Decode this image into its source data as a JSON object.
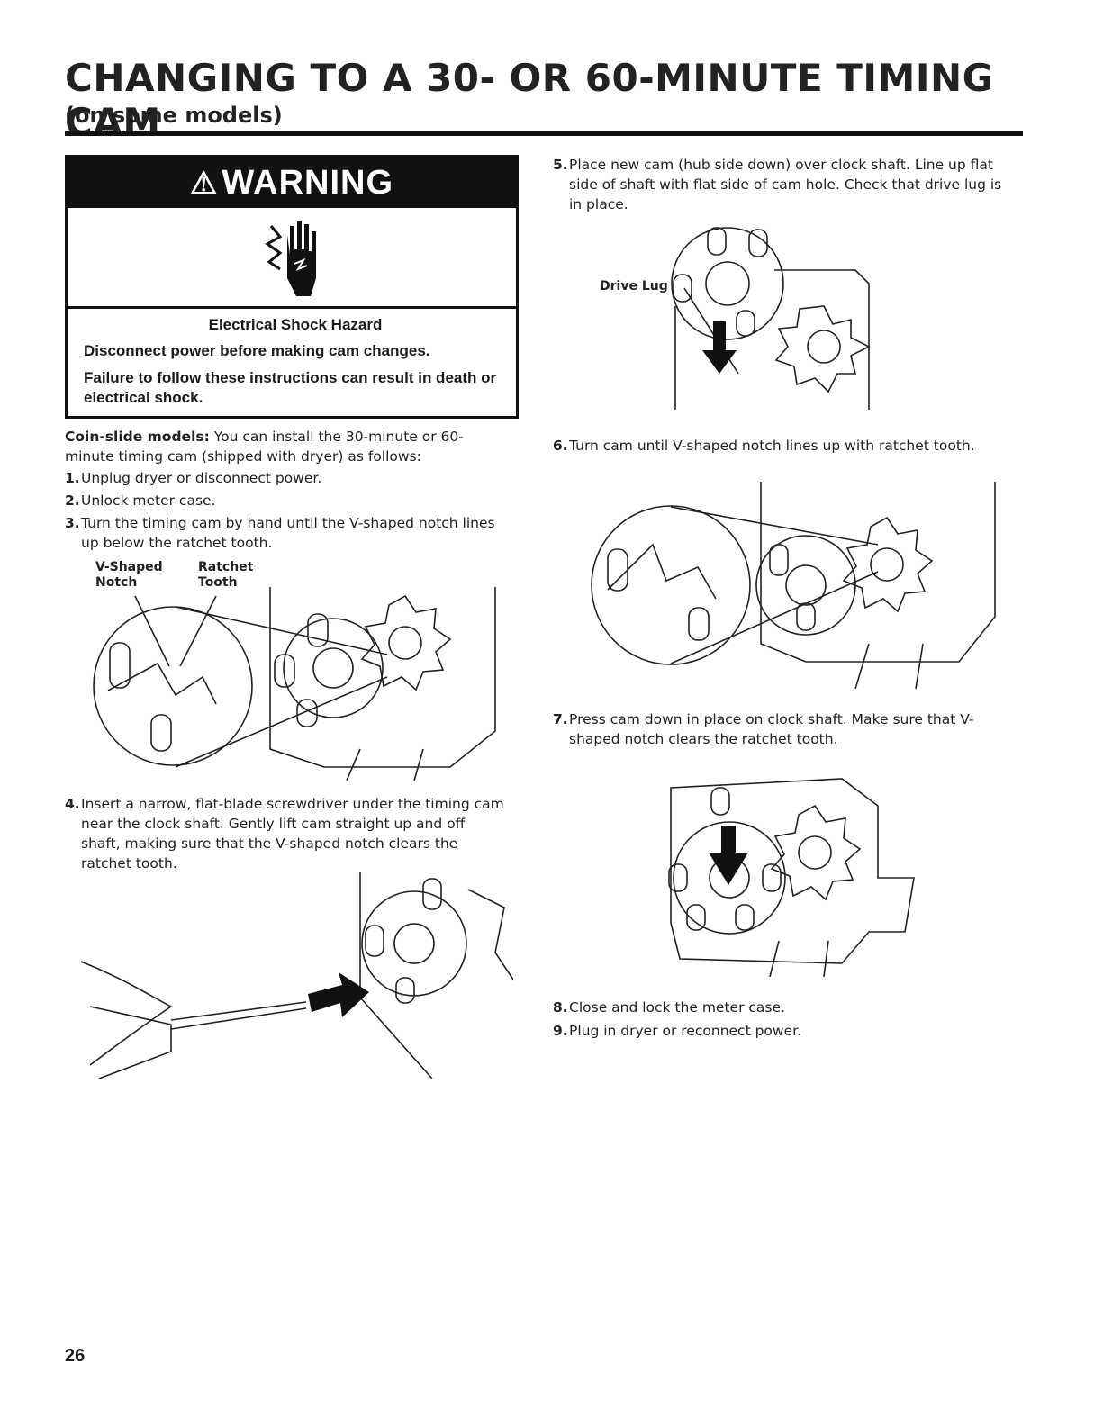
{
  "header": {
    "title": "CHANGING TO A 30- OR 60-MINUTE TIMING CAM",
    "subtitle": "(on some models)"
  },
  "warning": {
    "heading": "WARNING",
    "hazard": "Electrical Shock Hazard",
    "line1": "Disconnect power before making cam changes.",
    "line2": "Failure to follow these instructions can result in death or electrical shock."
  },
  "intro": {
    "lead": "Coin-slide models:",
    "text": " You can install the 30-minute or 60-minute timing cam (shipped with dryer) as follows:"
  },
  "steps": [
    {
      "num": "1.",
      "text": "Unplug dryer or disconnect power."
    },
    {
      "num": "2.",
      "text": "Unlock meter case."
    },
    {
      "num": "3.",
      "text": "Turn the timing cam by hand until the V-shaped notch lines up below the ratchet tooth."
    },
    {
      "num": "4.",
      "text": "Insert a narrow, flat-blade screwdriver under the timing cam near the clock shaft. Gently lift cam straight up and off shaft, making sure that the V-shaped notch clears the ratchet tooth."
    },
    {
      "num": "5.",
      "text": "Place new cam (hub side down) over clock shaft. Line up flat side of shaft with flat side of cam hole. Check that drive lug is in place."
    },
    {
      "num": "6.",
      "text": "Turn cam until V-shaped notch lines up with ratchet tooth."
    },
    {
      "num": "7.",
      "text": "Press cam down in place on clock shaft. Make sure that V-shaped notch clears the ratchet tooth."
    },
    {
      "num": "8.",
      "text": "Close and lock the meter case."
    },
    {
      "num": "9.",
      "text": "Plug in dryer or reconnect power."
    }
  ],
  "figure_labels": {
    "v_shaped_line1": "V-Shaped",
    "v_shaped_line2": "Notch",
    "ratchet_line1": "Ratchet",
    "ratchet_line2": "Tooth",
    "drive_lug": "Drive Lug"
  },
  "icons": {
    "warning": "warning-triangle-icon",
    "shock": "electric-shock-hand-icon",
    "arrow": "direction-arrow-icon"
  },
  "footer": {
    "page_number": "26"
  }
}
